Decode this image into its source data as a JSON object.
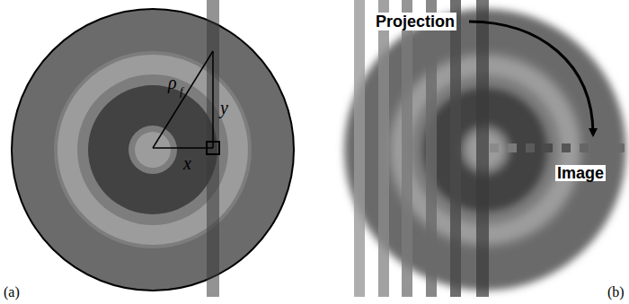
{
  "diagram": {
    "labels": [
      "ρ",
      "f",
      "y",
      "x",
      "(a)",
      "(b)",
      "Projection",
      "Image"
    ]
  }
}
